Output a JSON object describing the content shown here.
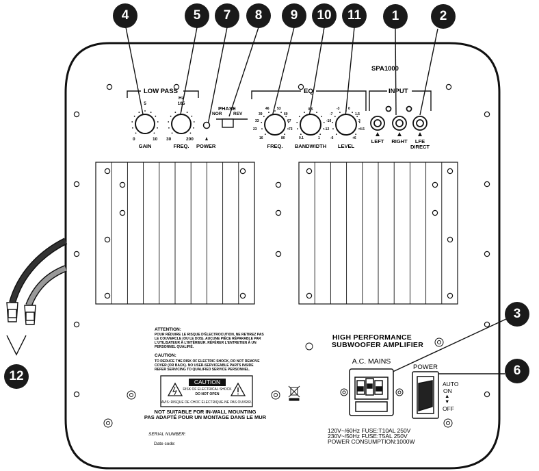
{
  "model": "SPA1000",
  "callouts": [
    "4",
    "5",
    "7",
    "8",
    "9",
    "10",
    "11",
    "1",
    "2",
    "3",
    "6",
    "12"
  ],
  "low_pass": {
    "title": "LOW PASS",
    "gain_label": "GAIN",
    "gain_top": "5",
    "gain_min": "0",
    "gain_max": "10",
    "freq_label": "FREQ.",
    "freq_unit": "Hz",
    "freq_top": "105",
    "freq_min": "30",
    "freq_max": "200"
  },
  "power_led_label": "POWER",
  "phase": {
    "title": "PHASE",
    "nor": "NOR",
    "rev": "REV"
  },
  "eq": {
    "title": "EQ",
    "freq_label": "FREQ.",
    "freq_ticks": [
      "46",
      "53",
      "39",
      "60",
      "33",
      "67",
      "23",
      "73",
      "16",
      "80"
    ],
    "bandwidth_label": "BANDWIDTH",
    "bw_ticks": [
      "0.5",
      "0.1",
      "1"
    ],
    "level_label": "LEVEL",
    "level_ticks": [
      "-3",
      "0",
      "-7",
      "1.5",
      "-10",
      "3",
      "-12",
      "4.5",
      "-6",
      "+6"
    ]
  },
  "input": {
    "title": "INPUT",
    "left": "LEFT",
    "right": "RIGHT",
    "lfe": "LFE",
    "direct": "DIRECT"
  },
  "attention": {
    "title": "ATTENTION:",
    "fr_text": "POUR RÉDUIRE LE RISQUE D'ÉLECTROCUTION, NE RETIREZ PAS LE COUVERCLE (OU LE DOS). AUCUNE PIÈCE RÉPARABLE PAR L'UTILISATEUR À L'INTÉRIEUR. RÉFÉRER L'ENTRETIEN À UN PERSONNEL QUALIFIÉ.",
    "caution_title": "CAUTION:",
    "en_text": "TO REDUCE THE RISK OF ELECTRIC SHOCK, DO NOT REMOVE COVER (OR BACK). NO USER-SERVICEABLE PARTS INSIDE REFER SERVICING TO QUALIFIED SERVICE PERSONNEL."
  },
  "caution_label": {
    "header": "CAUTION",
    "line1": "RISK OF ELECTRICAL SHOCK",
    "line2": "DO NOT OPEN",
    "avis": "AVIS: RISQUE DE CHOC ÉLECTRIQUE-NE PAS OUVRIR."
  },
  "mounting_en": "NOT SUITABLE FOR IN-WALL MOUNTING",
  "mounting_fr": "PAS ADAPTÉ POUR UN MONTAGE DANS LE MUR",
  "serial_label": "SERIAL NUMBER:",
  "date_label": "Date code:",
  "product_title_1": "HIGH PERFORMANCE",
  "product_title_2": "SUBWOOFER AMPLIFIER",
  "ac_mains": "A.C. MAINS",
  "fuse_1": "120V~/60Hz  FUSE:T10AL 250V",
  "fuse_2": "230V~/50Hz  FUSE:T5AL 250V",
  "power_consumption": "POWER CONSUMPTION:1000W",
  "power_switch": {
    "title": "POWER",
    "auto": "AUTO",
    "on": "ON",
    "off": "OFF",
    "arrows": "▲\n▼"
  }
}
